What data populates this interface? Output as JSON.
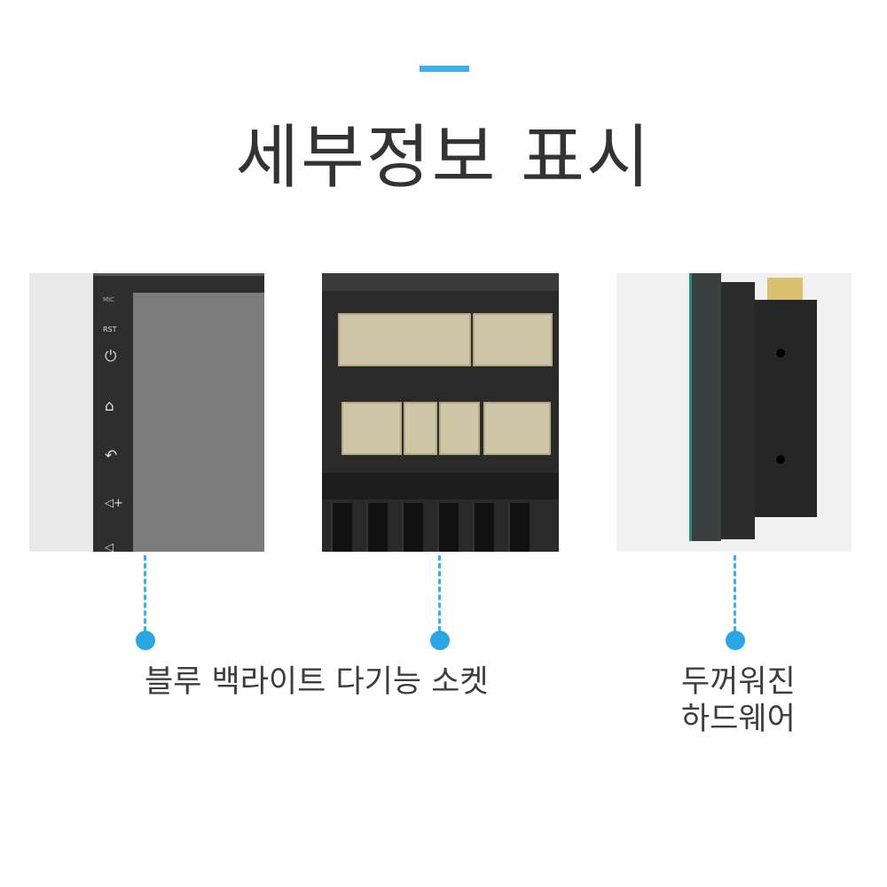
{
  "title": "세부정보 표시",
  "accent_color": "#3fb0e6",
  "photo1": {
    "bezel_labels": {
      "mic": "MIC",
      "reset": "RST"
    },
    "icons": [
      "power-icon",
      "home-icon",
      "back-icon",
      "volume-up-icon",
      "volume-down-icon"
    ]
  },
  "features": [
    {
      "label": "블루 백라이트 다기능 소켓"
    },
    {
      "label_line1": "두꺼워진",
      "label_line2": "하드웨어"
    }
  ]
}
